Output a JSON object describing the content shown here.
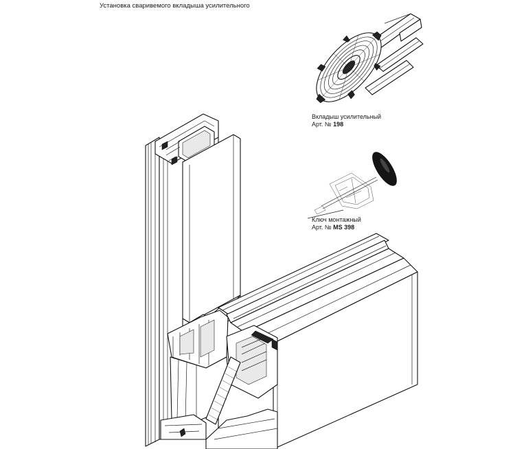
{
  "title": "Установка сваривемого вкладыша усилительного",
  "insert": {
    "name": "Вкладыш усилительный",
    "art_prefix": "Арт. №",
    "art_number": "198"
  },
  "key": {
    "name": "Ключ монтажный",
    "art_prefix": "Арт. №",
    "art_number": "MS 398"
  }
}
